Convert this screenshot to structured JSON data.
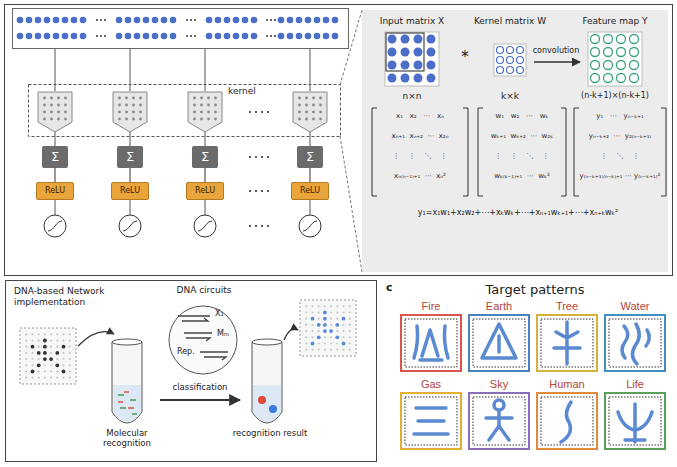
{
  "diagram": {
    "nodes": [
      {
        "text": [
          "Σ"
        ]
      },
      {
        "text": [
          "Σ"
        ]
      },
      {
        "text": [
          "Σ"
        ]
      },
      {
        "text": [
          "Σ"
        ]
      },
      {
        "text": [
          "ReLU"
        ]
      },
      {
        "text": [
          "ReLU"
        ]
      },
      {
        "text": [
          "ReLU"
        ]
      },
      {
        "text": [
          "ReLU"
        ]
      },
      {
        "text": [
          "DNA-based Network implementation"
        ]
      },
      {
        "text": [
          "DNA circuits",
          "X₁",
          "Mₘ",
          "Rep."
        ],
        "in": 8
      },
      {
        "text": [
          "Fire"
        ]
      },
      {
        "text": [
          "Earth"
        ]
      },
      {
        "text": [
          "Tree"
        ]
      },
      {
        "text": [
          "Water"
        ]
      },
      {
        "text": [
          "Gas"
        ]
      },
      {
        "text": [
          "Sky"
        ]
      },
      {
        "text": [
          "Human"
        ]
      },
      {
        "text": [
          "Life"
        ]
      }
    ],
    "edges": [
      {
        "from": 0,
        "to": 4,
        "arrow": "none"
      },
      {
        "from": 1,
        "to": 5,
        "arrow": "none"
      },
      {
        "from": 2,
        "to": 6,
        "arrow": "none"
      },
      {
        "from": 3,
        "to": 7,
        "arrow": "none"
      }
    ],
    "labels": [
      "kernel",
      "Input matrix X",
      "*",
      "Kernel matrix W",
      "convolution",
      "Feature map Y",
      "n×n",
      "k×k",
      "(n-k+1)×(n-k+1)",
      "x₁   x₂   ⋯   xₙ",
      "xₙ₊₁  xₙ₊₂  ⋯  x₂ₙ",
      "⋮    ⋮    ⋱    ⋮",
      "xₙ₍ₙ₋₁₎₊₁  ⋯  xₙ²",
      "w₁   w₂   ⋯   wₖ",
      "wₖ₊₁  wₖ₊₂  ⋯  w₂ₖ",
      "⋮    ⋮    ⋱    ⋮",
      "wₖ₍ₖ₋₁₎₊₁  ⋯  wₖ²",
      "y₁   ⋯   yₙ₋ₖ₊₁",
      "yₙ₋ₖ₊₂  ⋯  y₂₍ₙ₋ₖ₊₁₎",
      "⋮    ⋱    ⋮",
      "y₍ₙ₋ₖ₊₁₎₍ₙ₋ₖ₎₊₁ ⋯ y₍ₙ₋ₖ₊₁₎²",
      "y₁=x₁w₁+x₂w₂+⋯+xₖwₖ+⋯+xₙ₊₁wₖ₊₁+⋯+xₙ₊ₖwₖ²",
      "Molecular recognition",
      "classification",
      "recognition result",
      "c",
      "Target patterns"
    ]
  }
}
